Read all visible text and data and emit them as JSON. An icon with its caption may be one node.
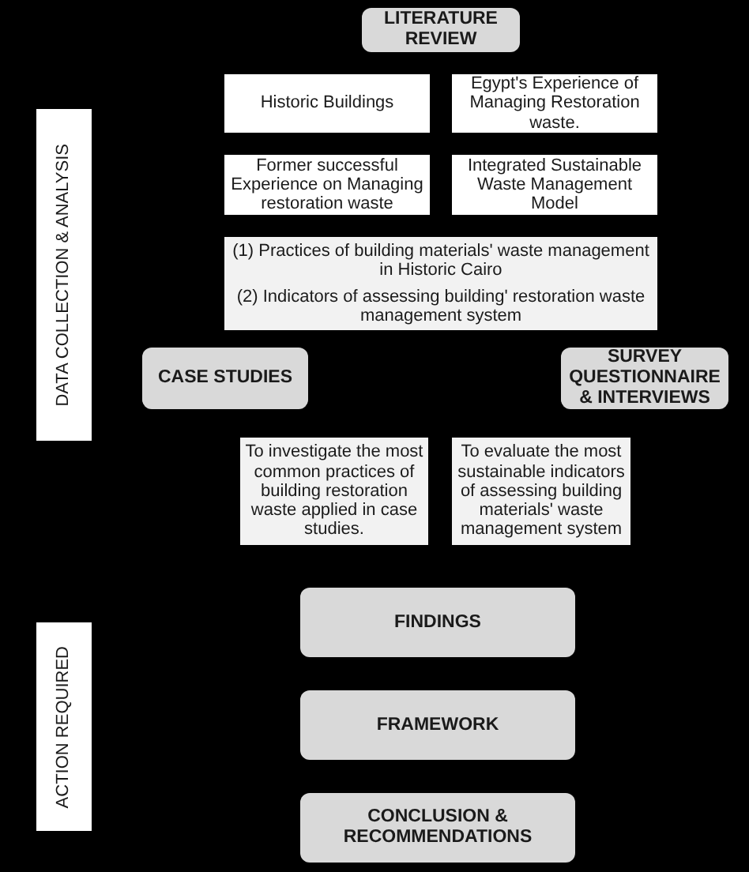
{
  "diagram": {
    "nodes": [
      {
        "text": [
          "LITERATURE REVIEW"
        ]
      },
      {
        "text": [
          "Historic Buildings"
        ]
      },
      {
        "text": [
          "Egypt's Experience of Managing Restoration waste."
        ]
      },
      {
        "text": [
          "Former successful Experience on Managing restoration waste"
        ]
      },
      {
        "text": [
          "Integrated Sustainable Waste Management Model"
        ]
      },
      {
        "text": [
          "(1) Practices of building materials' waste management in Historic Cairo",
          "(2) Indicators of assessing building' restoration waste management system"
        ]
      },
      {
        "text": [
          "DATA COLLECTION & ANALYSIS"
        ]
      },
      {
        "text": [
          "CASE STUDIES"
        ]
      },
      {
        "text": [
          "SURVEY QUESTIONNAIRE & INTERVIEWS"
        ]
      },
      {
        "text": [
          "To investigate the most common practices of building restoration waste applied in case studies."
        ]
      },
      {
        "text": [
          "To evaluate the most sustainable indicators of assessing building materials' waste management system"
        ]
      },
      {
        "text": [
          "FINDINGS"
        ]
      },
      {
        "text": [
          "ACTION REQUIRED"
        ]
      },
      {
        "text": [
          "FRAMEWORK"
        ]
      },
      {
        "text": [
          "CONCLUSION & RECOMMENDATIONS"
        ]
      }
    ]
  }
}
